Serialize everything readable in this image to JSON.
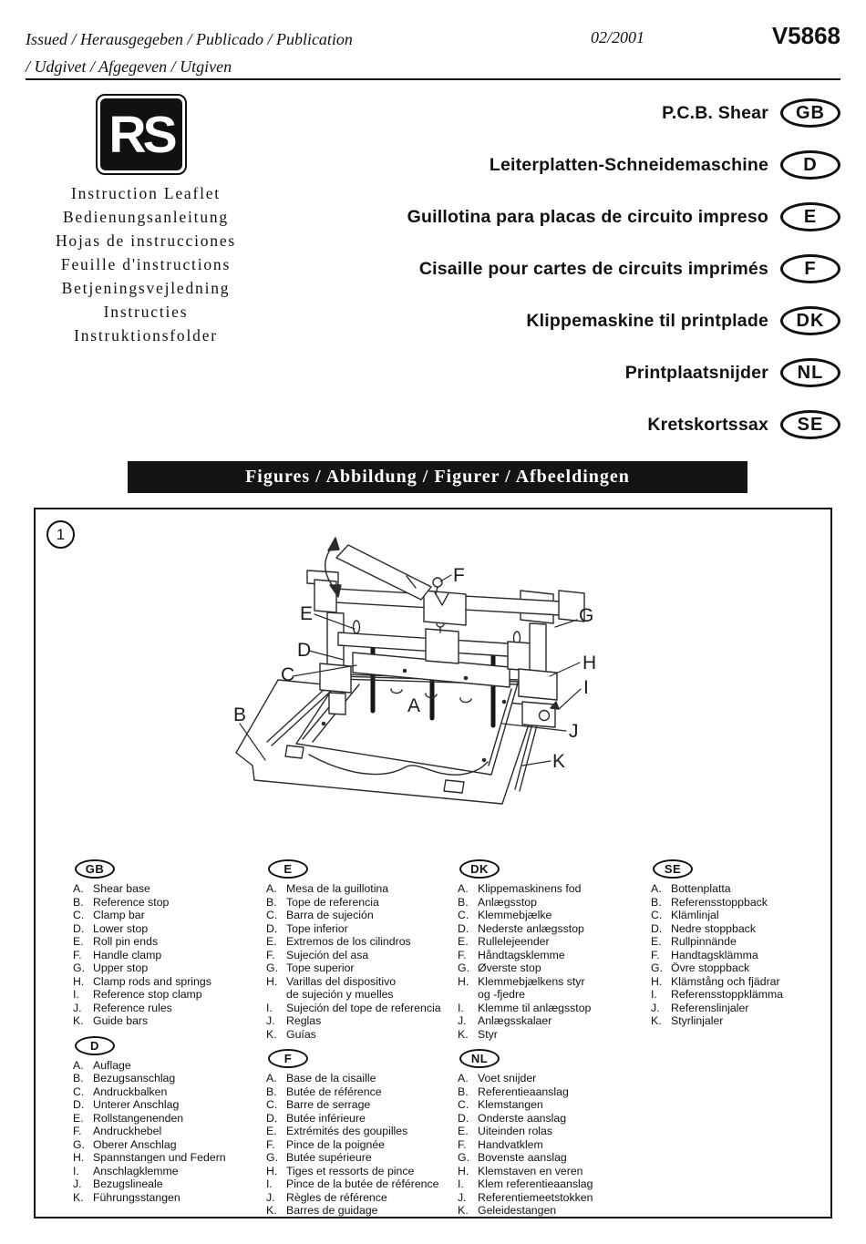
{
  "header": {
    "issued_line1": "Issued / Herausgegeben / Publicado / Publication",
    "issued_line2": "/ Udgivet / Afgegeven / Utgiven",
    "date": "02/2001",
    "doc_number": "V5868"
  },
  "logo_text": "RS",
  "leaflet_titles": [
    "Instruction Leaflet",
    "Bedienungsanleitung",
    "Hojas de instrucciones",
    "Feuille d'instructions",
    "Betjeningsvejledning",
    "Instructies",
    "Instruktionsfolder"
  ],
  "product_titles": [
    {
      "label": "P.C.B. Shear",
      "lang": "GB"
    },
    {
      "label": "Leiterplatten-Schneidemaschine",
      "lang": "D"
    },
    {
      "label": "Guillotina para placas de circuito impreso",
      "lang": "E"
    },
    {
      "label": "Cisaille pour cartes de circuits imprimés",
      "lang": "F"
    },
    {
      "label": "Klippemaskine til printplade",
      "lang": "DK"
    },
    {
      "label": "Printplaatsnijder",
      "lang": "NL"
    },
    {
      "label": "Kretskortssax",
      "lang": "SE"
    }
  ],
  "figures_banner": "Figures / Abbildung / Figurer / Afbeeldingen",
  "figure_number": "1",
  "figure_labels": [
    "A",
    "B",
    "C",
    "D",
    "E",
    "F",
    "G",
    "H",
    "I",
    "J",
    "K"
  ],
  "parts": {
    "gb": {
      "lang": "GB",
      "items": [
        {
          "k": "A.",
          "t": "Shear base"
        },
        {
          "k": "B.",
          "t": "Reference stop"
        },
        {
          "k": "C.",
          "t": "Clamp bar"
        },
        {
          "k": "D.",
          "t": "Lower stop"
        },
        {
          "k": "E.",
          "t": "Roll pin ends"
        },
        {
          "k": "F.",
          "t": "Handle clamp"
        },
        {
          "k": "G.",
          "t": "Upper stop"
        },
        {
          "k": "H.",
          "t": "Clamp rods and springs"
        },
        {
          "k": "I.",
          "t": "Reference stop clamp"
        },
        {
          "k": "J.",
          "t": "Reference rules"
        },
        {
          "k": "K.",
          "t": "Guide bars"
        }
      ]
    },
    "d": {
      "lang": "D",
      "items": [
        {
          "k": "A.",
          "t": "Auflage"
        },
        {
          "k": "B.",
          "t": "Bezugsanschlag"
        },
        {
          "k": "C.",
          "t": "Andruckbalken"
        },
        {
          "k": "D.",
          "t": "Unterer Anschlag"
        },
        {
          "k": "E.",
          "t": "Rollstangenenden"
        },
        {
          "k": "F.",
          "t": "Andruckhebel"
        },
        {
          "k": "G.",
          "t": "Oberer Anschlag"
        },
        {
          "k": "H.",
          "t": "Spannstangen und Federn"
        },
        {
          "k": "I.",
          "t": "Anschlagklemme"
        },
        {
          "k": "J.",
          "t": "Bezugslineale"
        },
        {
          "k": "K.",
          "t": "Führungsstangen"
        }
      ]
    },
    "e": {
      "lang": "E",
      "items": [
        {
          "k": "A.",
          "t": "Mesa de la guillotina"
        },
        {
          "k": "B.",
          "t": "Tope de referencia"
        },
        {
          "k": "C.",
          "t": "Barra de sujeción"
        },
        {
          "k": "D.",
          "t": "Tope inferior"
        },
        {
          "k": "E.",
          "t": "Extremos de los cilindros"
        },
        {
          "k": "F.",
          "t": "Sujeción del asa"
        },
        {
          "k": "G.",
          "t": "Tope superior"
        },
        {
          "k": "H.",
          "t": "Varillas del dispositivo\nde sujeción y muelles"
        },
        {
          "k": "I.",
          "t": "Sujeción del tope de referencia"
        },
        {
          "k": "J.",
          "t": "Reglas"
        },
        {
          "k": "K.",
          "t": "Guías"
        }
      ]
    },
    "f": {
      "lang": "F",
      "items": [
        {
          "k": "A.",
          "t": "Base de la cisaille"
        },
        {
          "k": "B.",
          "t": "Butée de référence"
        },
        {
          "k": "C.",
          "t": "Barre de serrage"
        },
        {
          "k": "D.",
          "t": "Butée inférieure"
        },
        {
          "k": "E.",
          "t": "Extrémités des goupilles"
        },
        {
          "k": "F.",
          "t": "Pince de la poignée"
        },
        {
          "k": "G.",
          "t": "Butée supérieure"
        },
        {
          "k": "H.",
          "t": "Tiges et ressorts de pince"
        },
        {
          "k": "I.",
          "t": "Pince de la butée de référence"
        },
        {
          "k": "J.",
          "t": "Règles de référence"
        },
        {
          "k": "K.",
          "t": "Barres de guidage"
        }
      ]
    },
    "dk": {
      "lang": "DK",
      "items": [
        {
          "k": "A.",
          "t": "Klippemaskinens fod"
        },
        {
          "k": "B.",
          "t": "Anlægsstop"
        },
        {
          "k": "C.",
          "t": "Klemmebjælke"
        },
        {
          "k": "D.",
          "t": "Nederste anlægsstop"
        },
        {
          "k": "E.",
          "t": "Rullelejeender"
        },
        {
          "k": "F.",
          "t": "Håndtagsklemme"
        },
        {
          "k": "G.",
          "t": "Øverste stop"
        },
        {
          "k": "H.",
          "t": "Klemmebjælkens styr\nog -fjedre"
        },
        {
          "k": "I.",
          "t": "Klemme til anlægsstop"
        },
        {
          "k": "J.",
          "t": "Anlægsskalaer"
        },
        {
          "k": "K.",
          "t": "Styr"
        }
      ]
    },
    "nl": {
      "lang": "NL",
      "items": [
        {
          "k": "A.",
          "t": "Voet snijder"
        },
        {
          "k": "B.",
          "t": "Referentieaanslag"
        },
        {
          "k": "C.",
          "t": "Klemstangen"
        },
        {
          "k": "D.",
          "t": "Onderste aanslag"
        },
        {
          "k": "E.",
          "t": "Uiteinden rolas"
        },
        {
          "k": "F.",
          "t": "Handvatklem"
        },
        {
          "k": "G.",
          "t": "Bovenste aanslag"
        },
        {
          "k": "H.",
          "t": "Klemstaven en veren"
        },
        {
          "k": "I.",
          "t": "Klem referentieaanslag"
        },
        {
          "k": "J.",
          "t": "Referentiemeetstokken"
        },
        {
          "k": "K.",
          "t": "Geleidestangen"
        }
      ]
    },
    "se": {
      "lang": "SE",
      "items": [
        {
          "k": "A.",
          "t": "Bottenplatta"
        },
        {
          "k": "B.",
          "t": "Referensstoppback"
        },
        {
          "k": "C.",
          "t": "Klämlinjal"
        },
        {
          "k": "D.",
          "t": "Nedre stoppback"
        },
        {
          "k": "E.",
          "t": "Rullpinnände"
        },
        {
          "k": "F.",
          "t": "Handtagsklämma"
        },
        {
          "k": "G.",
          "t": "Övre stoppback"
        },
        {
          "k": "H.",
          "t": "Klämstång och fjädrar"
        },
        {
          "k": "I.",
          "t": "Referensstoppklämma"
        },
        {
          "k": "J.",
          "t": "Referenslinjaler"
        },
        {
          "k": "K.",
          "t": "Styrlinjaler"
        }
      ]
    }
  }
}
